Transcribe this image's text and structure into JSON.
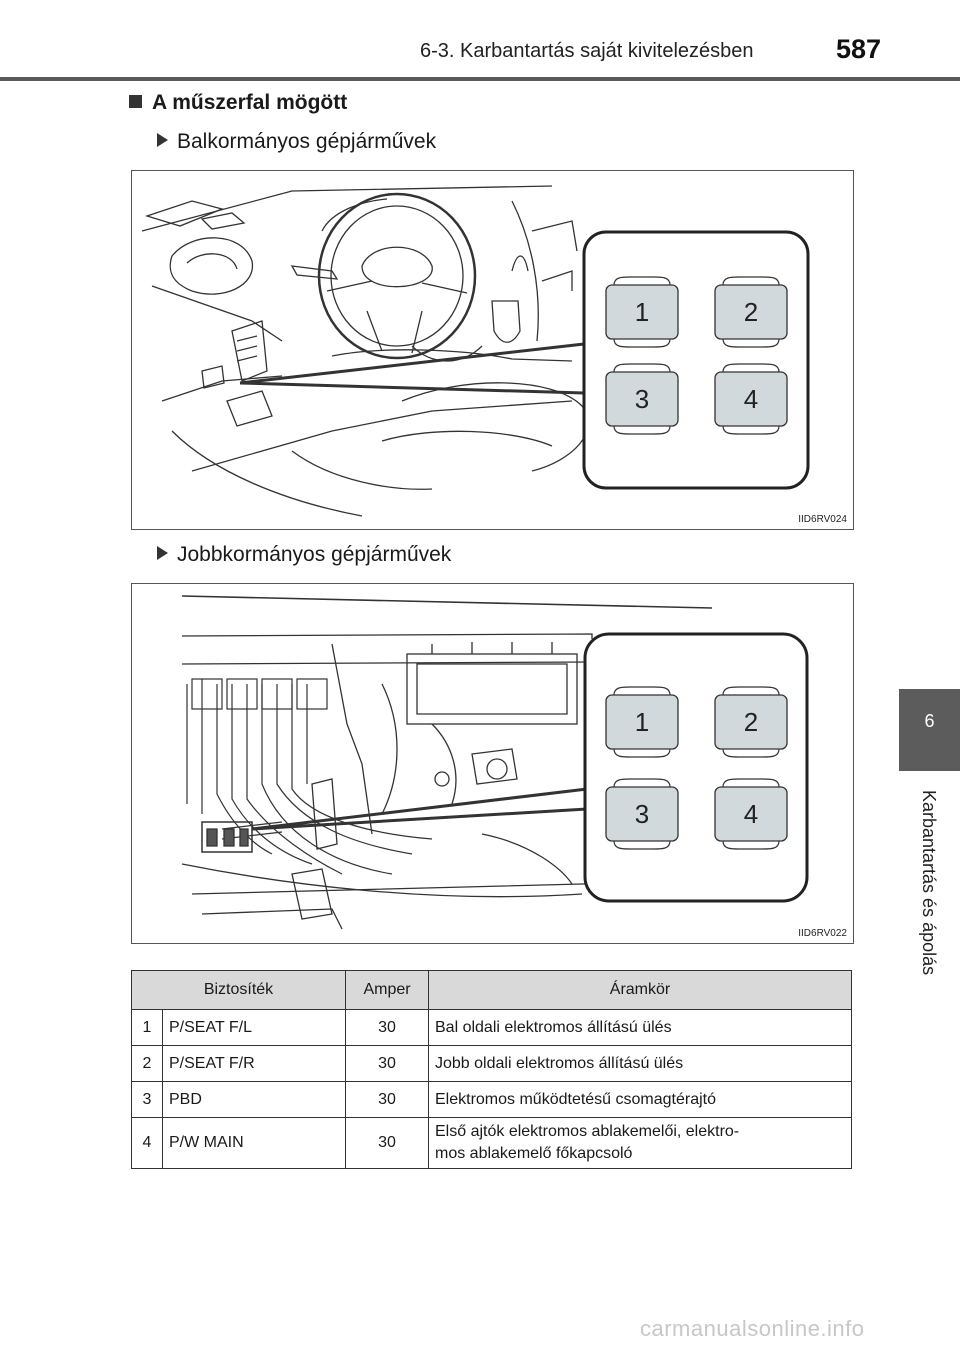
{
  "header": {
    "section_title": "6-3. Karbantartás saját kivitelezésben",
    "page_number": "587"
  },
  "side_tab": {
    "chapter_number": "6",
    "chapter_title": "Karbantartás és ápolás"
  },
  "section": {
    "heading": "A műszerfal mögött"
  },
  "figures": [
    {
      "caption": "Balkormányos gépjárművek",
      "code": "IID6RV024",
      "fuse_labels": [
        "1",
        "2",
        "3",
        "4"
      ]
    },
    {
      "caption": "Jobbkormányos gépjárművek",
      "code": "IID6RV022",
      "fuse_labels": [
        "1",
        "2",
        "3",
        "4"
      ]
    }
  ],
  "table": {
    "headers": [
      "Biztosíték",
      "Amper",
      "Áramkör"
    ],
    "rows": [
      {
        "num": "1",
        "name": "P/SEAT F/L",
        "amp": "30",
        "circuit": "Bal oldali elektromos állítású ülés"
      },
      {
        "num": "2",
        "name": "P/SEAT F/R",
        "amp": "30",
        "circuit": "Jobb oldali elektromos állítású ülés"
      },
      {
        "num": "3",
        "name": "PBD",
        "amp": "30",
        "circuit": "Elektromos működtetésű csomagtérajtó"
      },
      {
        "num": "4",
        "name": "P/W MAIN",
        "amp": "30",
        "circuit_line1": "Első ajtók elektromos ablakemelői, elektro-",
        "circuit_line2": "mos ablakemelő főkapcsoló"
      }
    ]
  },
  "watermark": "carmanualsonline.info"
}
